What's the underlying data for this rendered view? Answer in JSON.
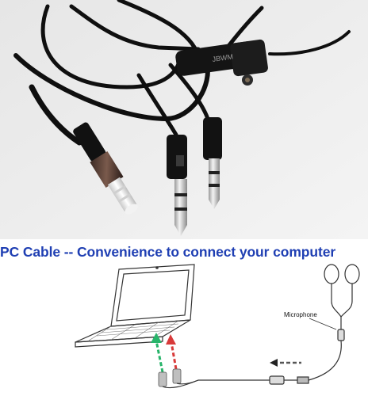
{
  "product_photo": {
    "brand_mark": "JBWM"
  },
  "caption": {
    "text": "PC Cable -- Convenience to connect your computer"
  },
  "diagram": {
    "microphone_label": "Microphone"
  },
  "colors": {
    "caption": "#1f3fb3",
    "green_arrow": "#28b46a",
    "red_arrow": "#d83a3a"
  }
}
